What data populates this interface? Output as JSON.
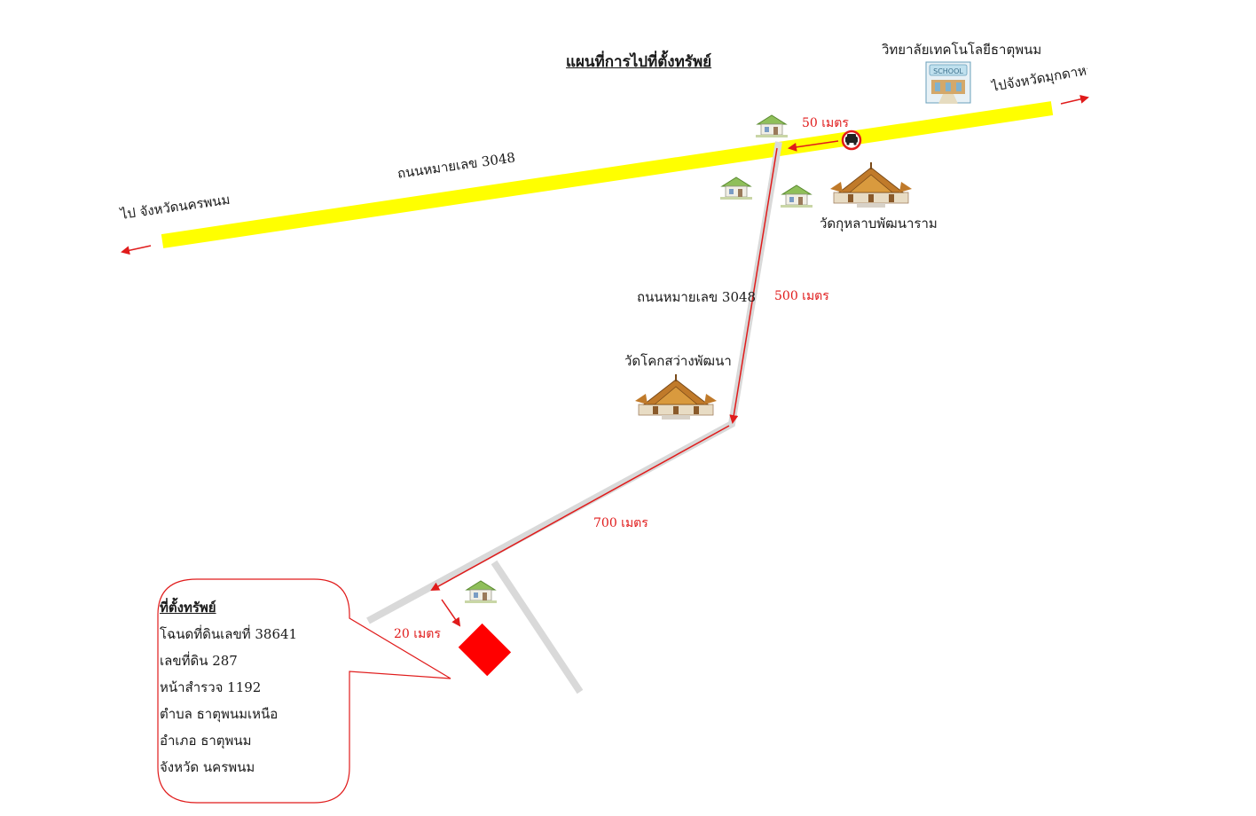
{
  "title": "แผนที่การไปที่ตั้งทรัพย์",
  "roads": {
    "main_road_label": "ถนนหมายเลข 3048",
    "branch_road_label": "ถนนหมายเลข 3048",
    "to_left_label": "ไป จังหวัดนครพนม",
    "to_right_label": "ไปจังหวัดมุกดาหาร"
  },
  "distances": {
    "d1": "50 เมตร",
    "d2": "500 เมตร",
    "d3": "700 เมตร",
    "d4": "20 เมตร"
  },
  "landmarks": {
    "school": "วิทยาลัยเทคโนโลยีธาตุพนม",
    "school_sign": "SCHOOL",
    "temple1": "วัดกุหลาบพัฒนาราม",
    "temple2": "วัดโคกสว่างพัฒนา"
  },
  "property": {
    "heading": "ที่ตั้งทรัพย์",
    "lines": [
      "โฉนดที่ดินเลขที่ 38641",
      "เลขที่ดิน 287",
      "หน้าสำรวจ 1192",
      "ตำบล ธาตุพนมเหนือ",
      "อำเภอ ธาตุพนม",
      "จังหวัด นครพนม"
    ]
  },
  "colors": {
    "main_road": "#ffff00",
    "side_road": "#d9d9d9",
    "route": "#e01b1b",
    "property_marker": "#ff0000"
  },
  "icons": [
    "house-icon",
    "temple-icon",
    "school-icon",
    "car-icon",
    "arrow-icon"
  ]
}
